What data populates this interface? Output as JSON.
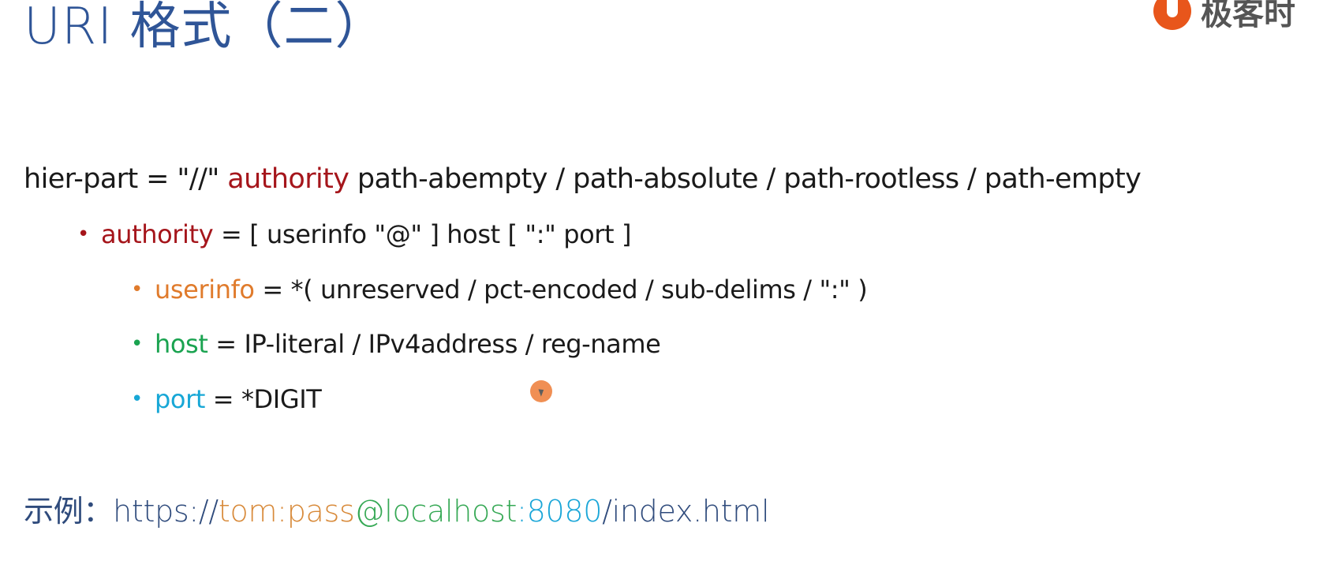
{
  "title": "URI 格式（二）",
  "logo": {
    "text": "极客时"
  },
  "hier_part": {
    "prefix": "hier-part = \"//\" ",
    "authority": "authority",
    "rest": " path-abempty / path-absolute / path-rootless / path-empty"
  },
  "authority_rule": {
    "bullet": "•",
    "term": "authority",
    "rest": " = [ userinfo \"@\" ] host [ \":\" port ]"
  },
  "userinfo_rule": {
    "bullet": "•",
    "term": "userinfo",
    "rest": " = *( unreserved / pct-encoded / sub-delims / \":\" )"
  },
  "host_rule": {
    "bullet": "•",
    "term": "host",
    "rest": " = IP-literal / IPv4address / reg-name"
  },
  "port_rule": {
    "bullet": "•",
    "term": "port",
    "rest": " = *DIGIT"
  },
  "example": {
    "label": "示例：",
    "scheme": "https://",
    "userinfo": "tom:pass",
    "at": "@",
    "host": "localhost",
    "colon": ":",
    "port": "8080",
    "path": "/index.html"
  },
  "colors": {
    "title": "#2f5597",
    "authority": "#a5151b",
    "userinfo": "#e07b2c",
    "host": "#1aa350",
    "port": "#17a7d6",
    "logo_mark": "#e8561b"
  }
}
